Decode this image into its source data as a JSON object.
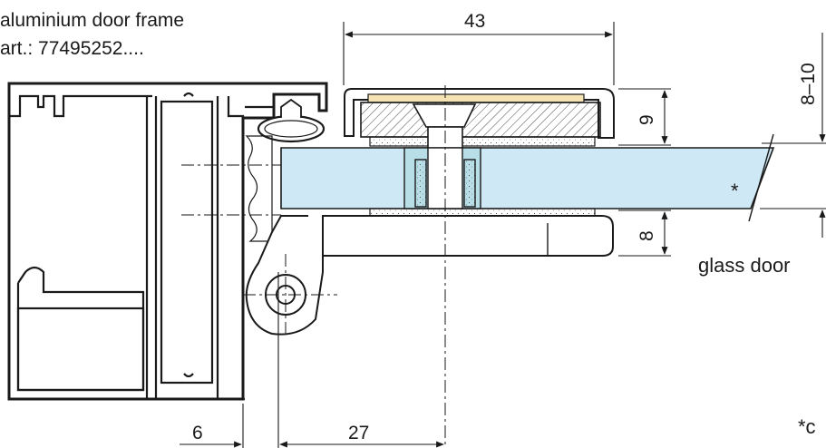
{
  "labels": {
    "frame_title": "aluminium door frame",
    "article": "art.: 77495252....",
    "glass_door": "glass door",
    "asterisk": "*",
    "footnote_mark": "*c"
  },
  "dimensions": {
    "width_top": "43",
    "height_upper": "9",
    "glass_thickness": "8–10",
    "height_lower": "8",
    "offset_left": "6",
    "offset_pivot": "27"
  },
  "colors": {
    "line": "#1a1a1a",
    "glass": "#cfe8f5",
    "gasket": "#f6e3b4",
    "hatch_fill": "#ffffff",
    "seal": "#b8dfe8"
  }
}
